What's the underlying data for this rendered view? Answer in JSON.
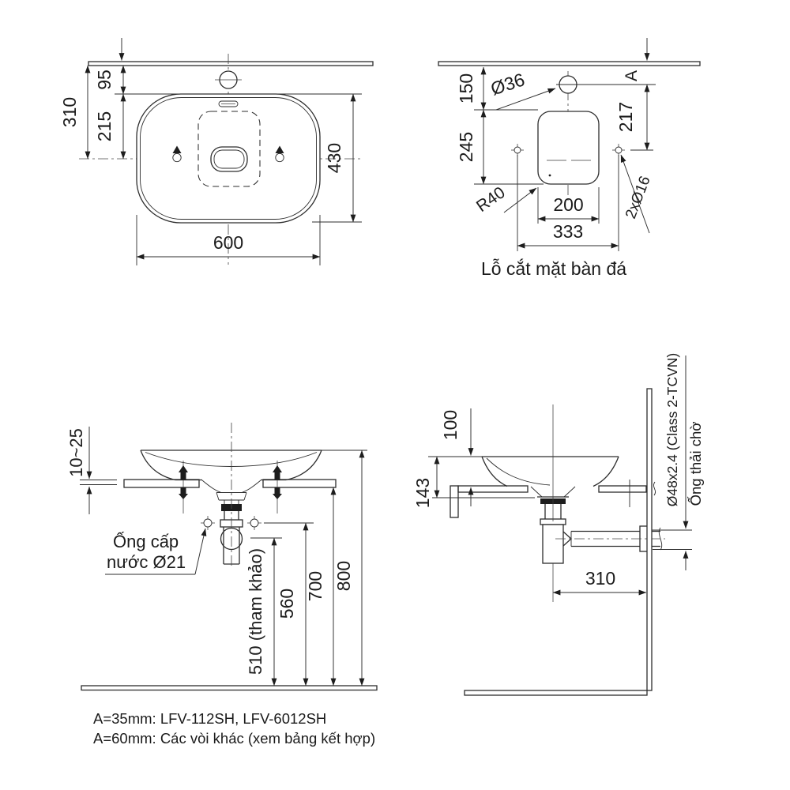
{
  "title": "Lavabo installation technical drawing",
  "colors": {
    "line": "#2d2d2d",
    "text": "#1b1b1b",
    "background": "#ffffff",
    "fill_dark": "#1d1d1d"
  },
  "top_view": {
    "dims": {
      "wall_to_rim": "95",
      "wall_to_center": "310",
      "rim_to_center": "215",
      "depth": "430",
      "width": "600"
    }
  },
  "cutout_view": {
    "caption": "Lỗ cắt mặt bàn đá",
    "dims": {
      "wall_to_cutout": "150",
      "cutout_depth": "245",
      "faucet_to_holes": "217",
      "faucet_offset": "A",
      "faucet_hole": "Ø36",
      "corner_radius": "R40",
      "cutout_width": "200",
      "holes_span": "333",
      "side_holes": "2xØ16"
    }
  },
  "front_view": {
    "dims": {
      "counter_thickness": "10~25",
      "drain_height": "510 (tham khảo)",
      "supply_height": "560",
      "counter_height": "700",
      "rim_height": "800"
    },
    "labels": {
      "supply_line1": "Ống cấp",
      "supply_line2": "nước Ø21"
    }
  },
  "side_view": {
    "dims": {
      "rim_above_counter": "100",
      "rim_to_flange": "143",
      "trap_to_wall": "310"
    },
    "labels": {
      "waste_pipe": "Ø48x2.4 (Class 2-TCVN)",
      "waste_stub": "Ống thải chờ"
    }
  },
  "footer": {
    "line1": "A=35mm: LFV-112SH, LFV-6012SH",
    "line2": "A=60mm: Các vòi khác (xem bảng kết hợp)"
  }
}
